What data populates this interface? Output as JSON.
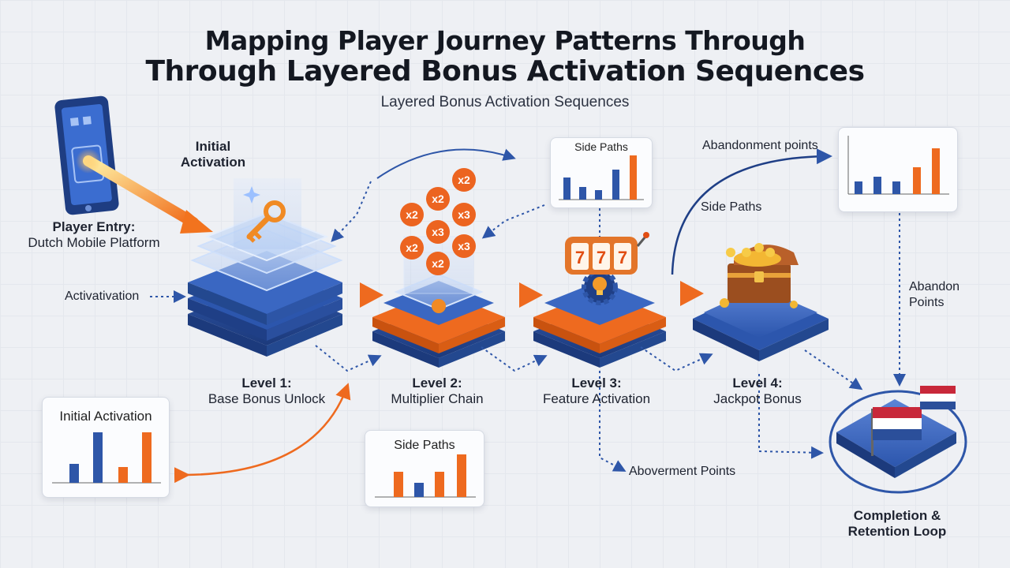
{
  "title_line1": "Mapping Player Journey Patterns Through",
  "title_line2": "Through Layered Bonus Activation Sequences",
  "subtitle": "Layered Bonus Activation Sequences",
  "entry": {
    "label1": "Player Entry:",
    "label2": "Dutch Mobile Platform"
  },
  "initial_activation": {
    "line1": "Initial",
    "line2": "Activation"
  },
  "activation_note": "Activativation",
  "levels": [
    {
      "num": "Level 1:",
      "name": "Base Bonus Unlock"
    },
    {
      "num": "Level 2:",
      "name": "Multiplier Chain"
    },
    {
      "num": "Level 3:",
      "name": "Feature Activation"
    },
    {
      "num": "Level 4:",
      "name": "Jackpot Bonus"
    }
  ],
  "multipliers": [
    "x2",
    "x2",
    "x2",
    "x3",
    "x3",
    "x2",
    "x3",
    "x2"
  ],
  "side_paths_card_top": {
    "title": "Side Paths"
  },
  "side_paths_mid": "Side Paths",
  "abandonment_points": "Abandonment points",
  "abandon_points": {
    "line1": "Abandon",
    "line2": "Points"
  },
  "aboverment_points": "Aboverment Points",
  "initial_activation_card": {
    "title": "Initial Activation"
  },
  "side_paths_card_bottom": {
    "title": "Side Paths"
  },
  "completion": {
    "line1": "Completion &",
    "line2": "Retention Loop"
  },
  "colors": {
    "blue": "#2e56a8",
    "orange": "#ee6a1f",
    "dark_blue": "#1f3f86"
  }
}
